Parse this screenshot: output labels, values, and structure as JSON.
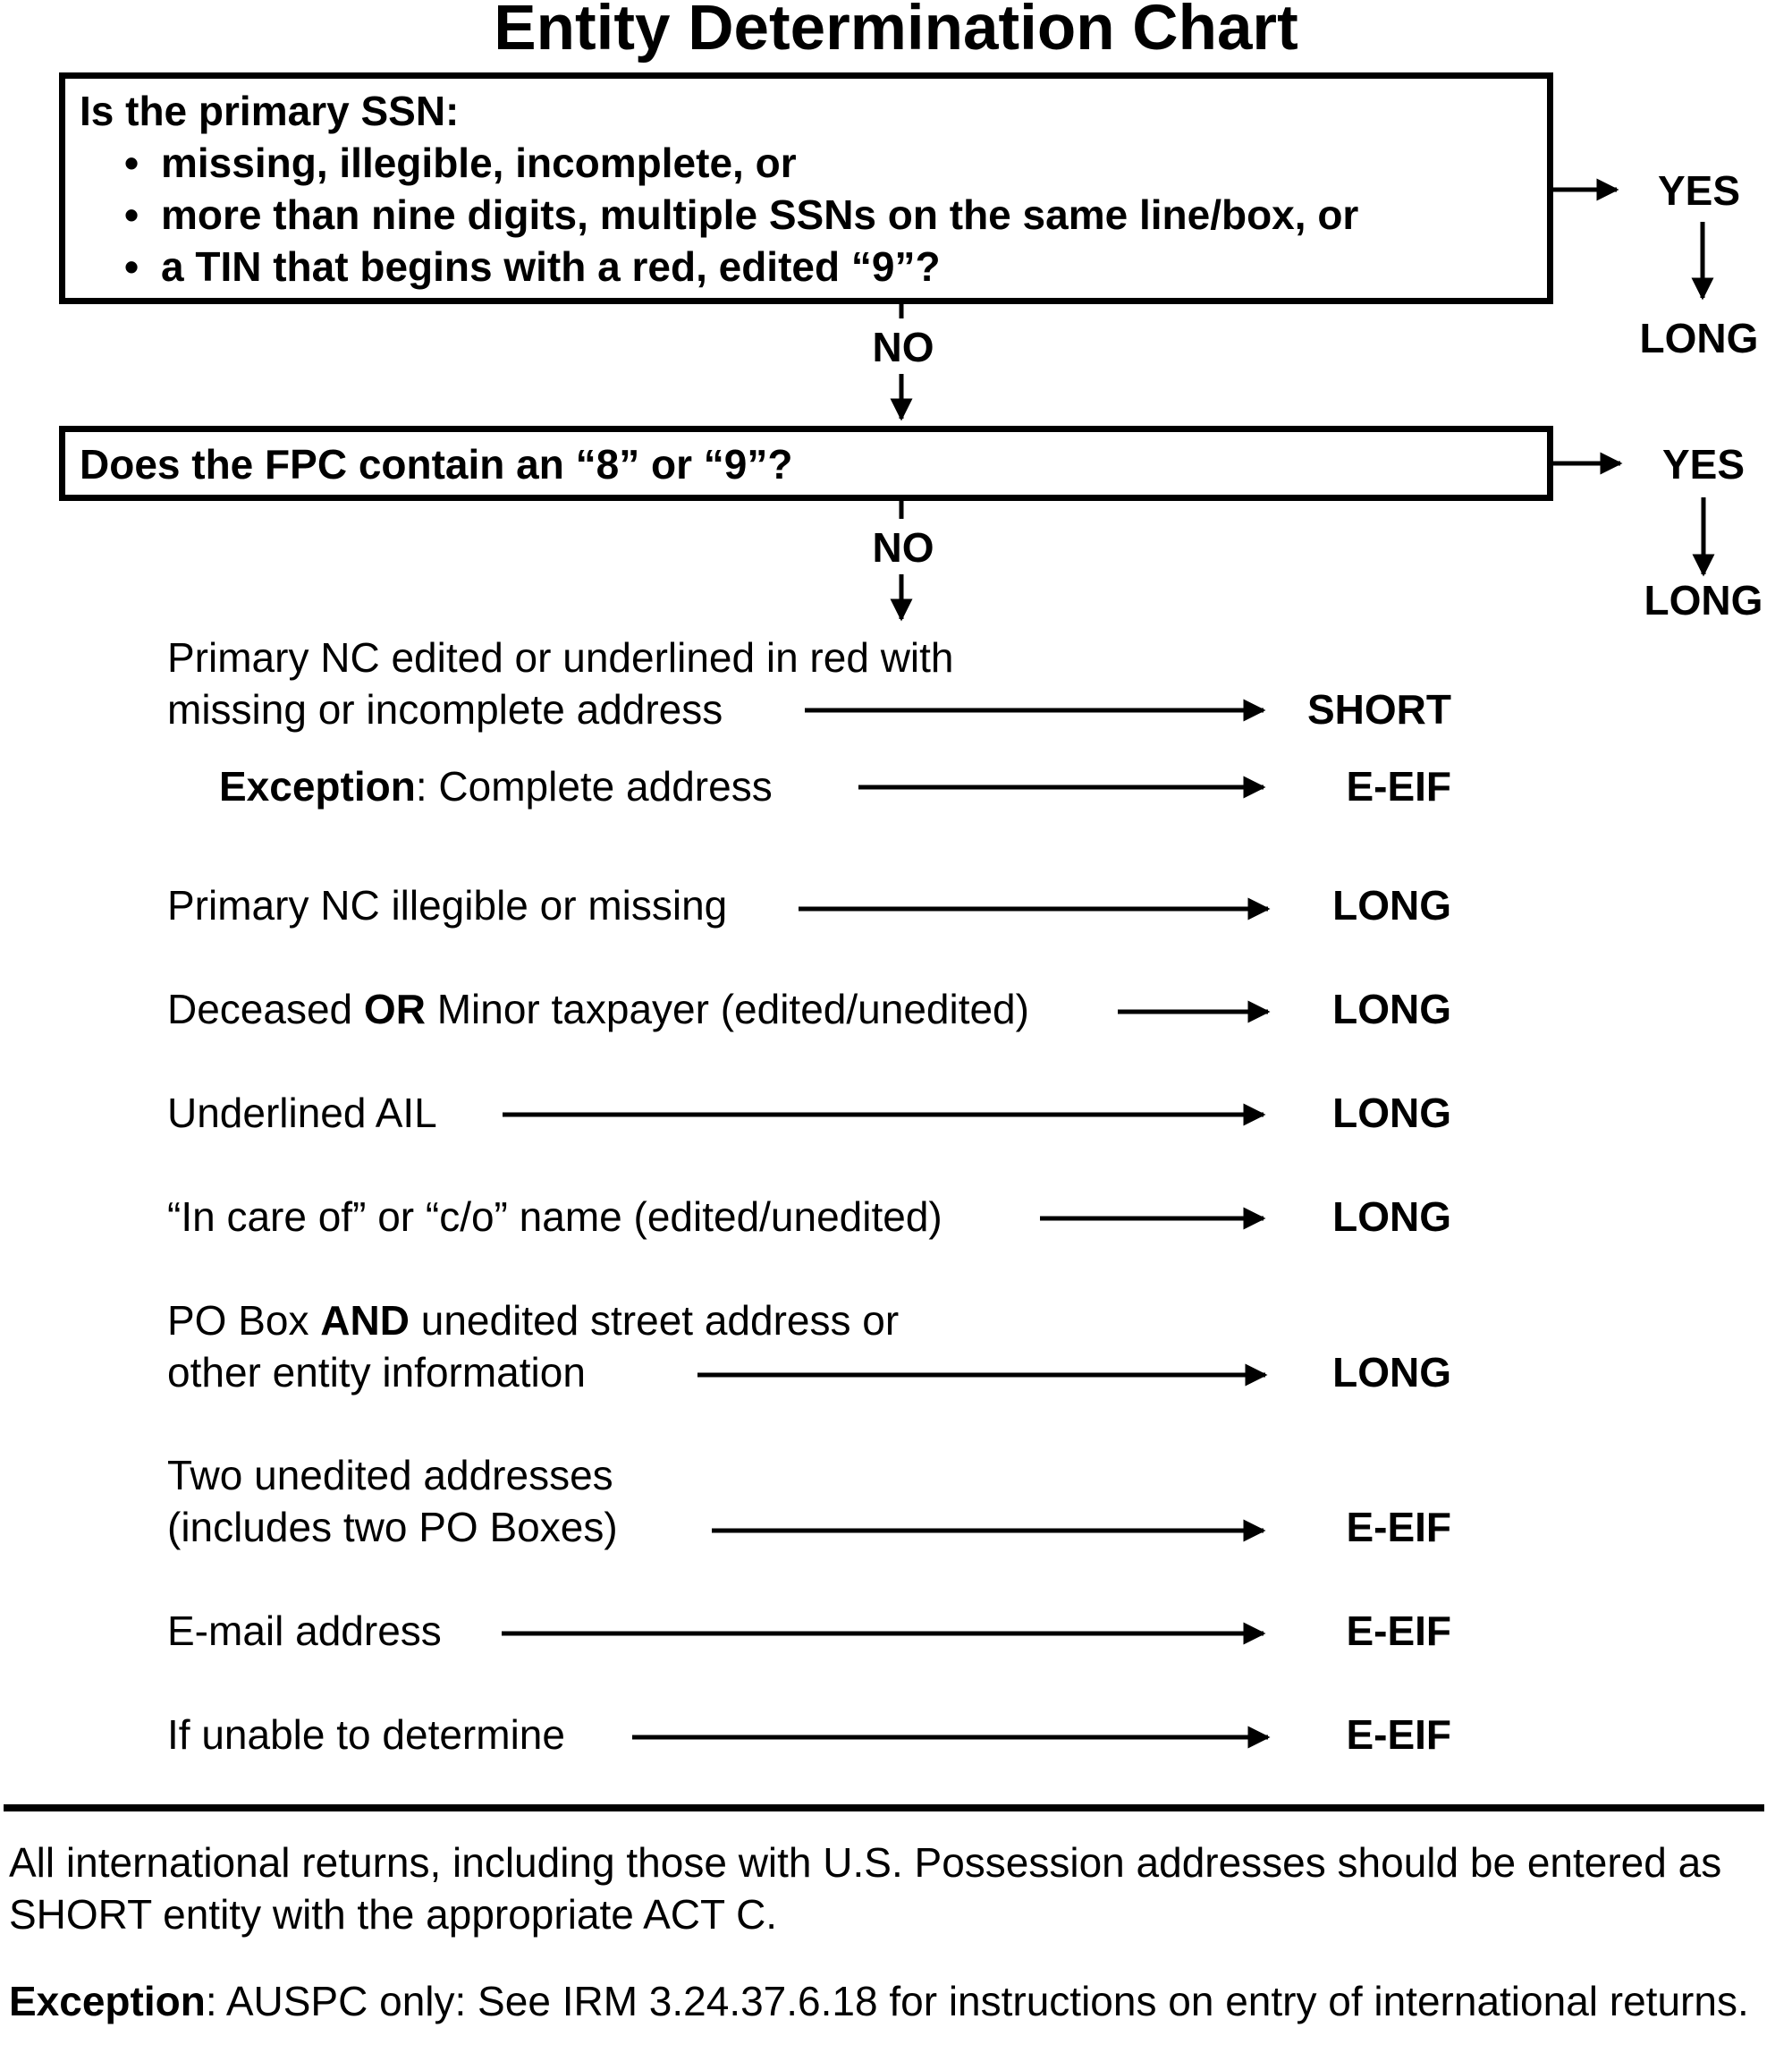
{
  "title": "Entity Determination Chart",
  "q1": {
    "prompt": "Is the primary SSN:",
    "bullets": [
      "missing, illegible, incomplete, or",
      "more than nine digits, multiple SSNs on the same line/box, or",
      "a TIN that begins with a red, edited “9”?"
    ],
    "bullet_glyph": "•",
    "no": "NO",
    "yes": "YES",
    "yes_result": "LONG"
  },
  "q2": {
    "prompt": "Does the FPC contain an “8” or “9”?",
    "no": "NO",
    "yes": "YES",
    "yes_result": "LONG"
  },
  "rules": {
    "r1": {
      "line1": "Primary NC edited or underlined in red with",
      "line2": "missing or incomplete address",
      "result": "SHORT"
    },
    "r2": {
      "bold": "Exception",
      "rest": ": Complete address",
      "result": "E-EIF"
    },
    "r3": {
      "text": "Primary NC illegible or missing",
      "result": "LONG"
    },
    "r4": {
      "pre": "Deceased ",
      "bold": "OR",
      "post": " Minor taxpayer (edited/unedited)",
      "result": "LONG"
    },
    "r5": {
      "text": "Underlined AIL",
      "result": "LONG"
    },
    "r6": {
      "text": "“In care of” or “c/o” name (edited/unedited)",
      "result": "LONG"
    },
    "r7": {
      "pre": "PO Box ",
      "bold": "AND",
      "post": " unedited street address or",
      "line2": "other entity information",
      "result": "LONG"
    },
    "r8": {
      "line1": "Two unedited addresses",
      "line2": "(includes two PO Boxes)",
      "result": "E-EIF"
    },
    "r9": {
      "text": "E-mail address",
      "result": "E-EIF"
    },
    "r10": {
      "text": "If unable to determine",
      "result": "E-EIF"
    }
  },
  "footer": {
    "note1": "All international returns, including those with U.S. Possession addresses should be entered as SHORT entity with the appropriate ACT C.",
    "exception_bold": "Exception",
    "exception_rest": ": AUSPC only: See IRM 3.24.37.6.18 for instructions on entry of international returns."
  }
}
